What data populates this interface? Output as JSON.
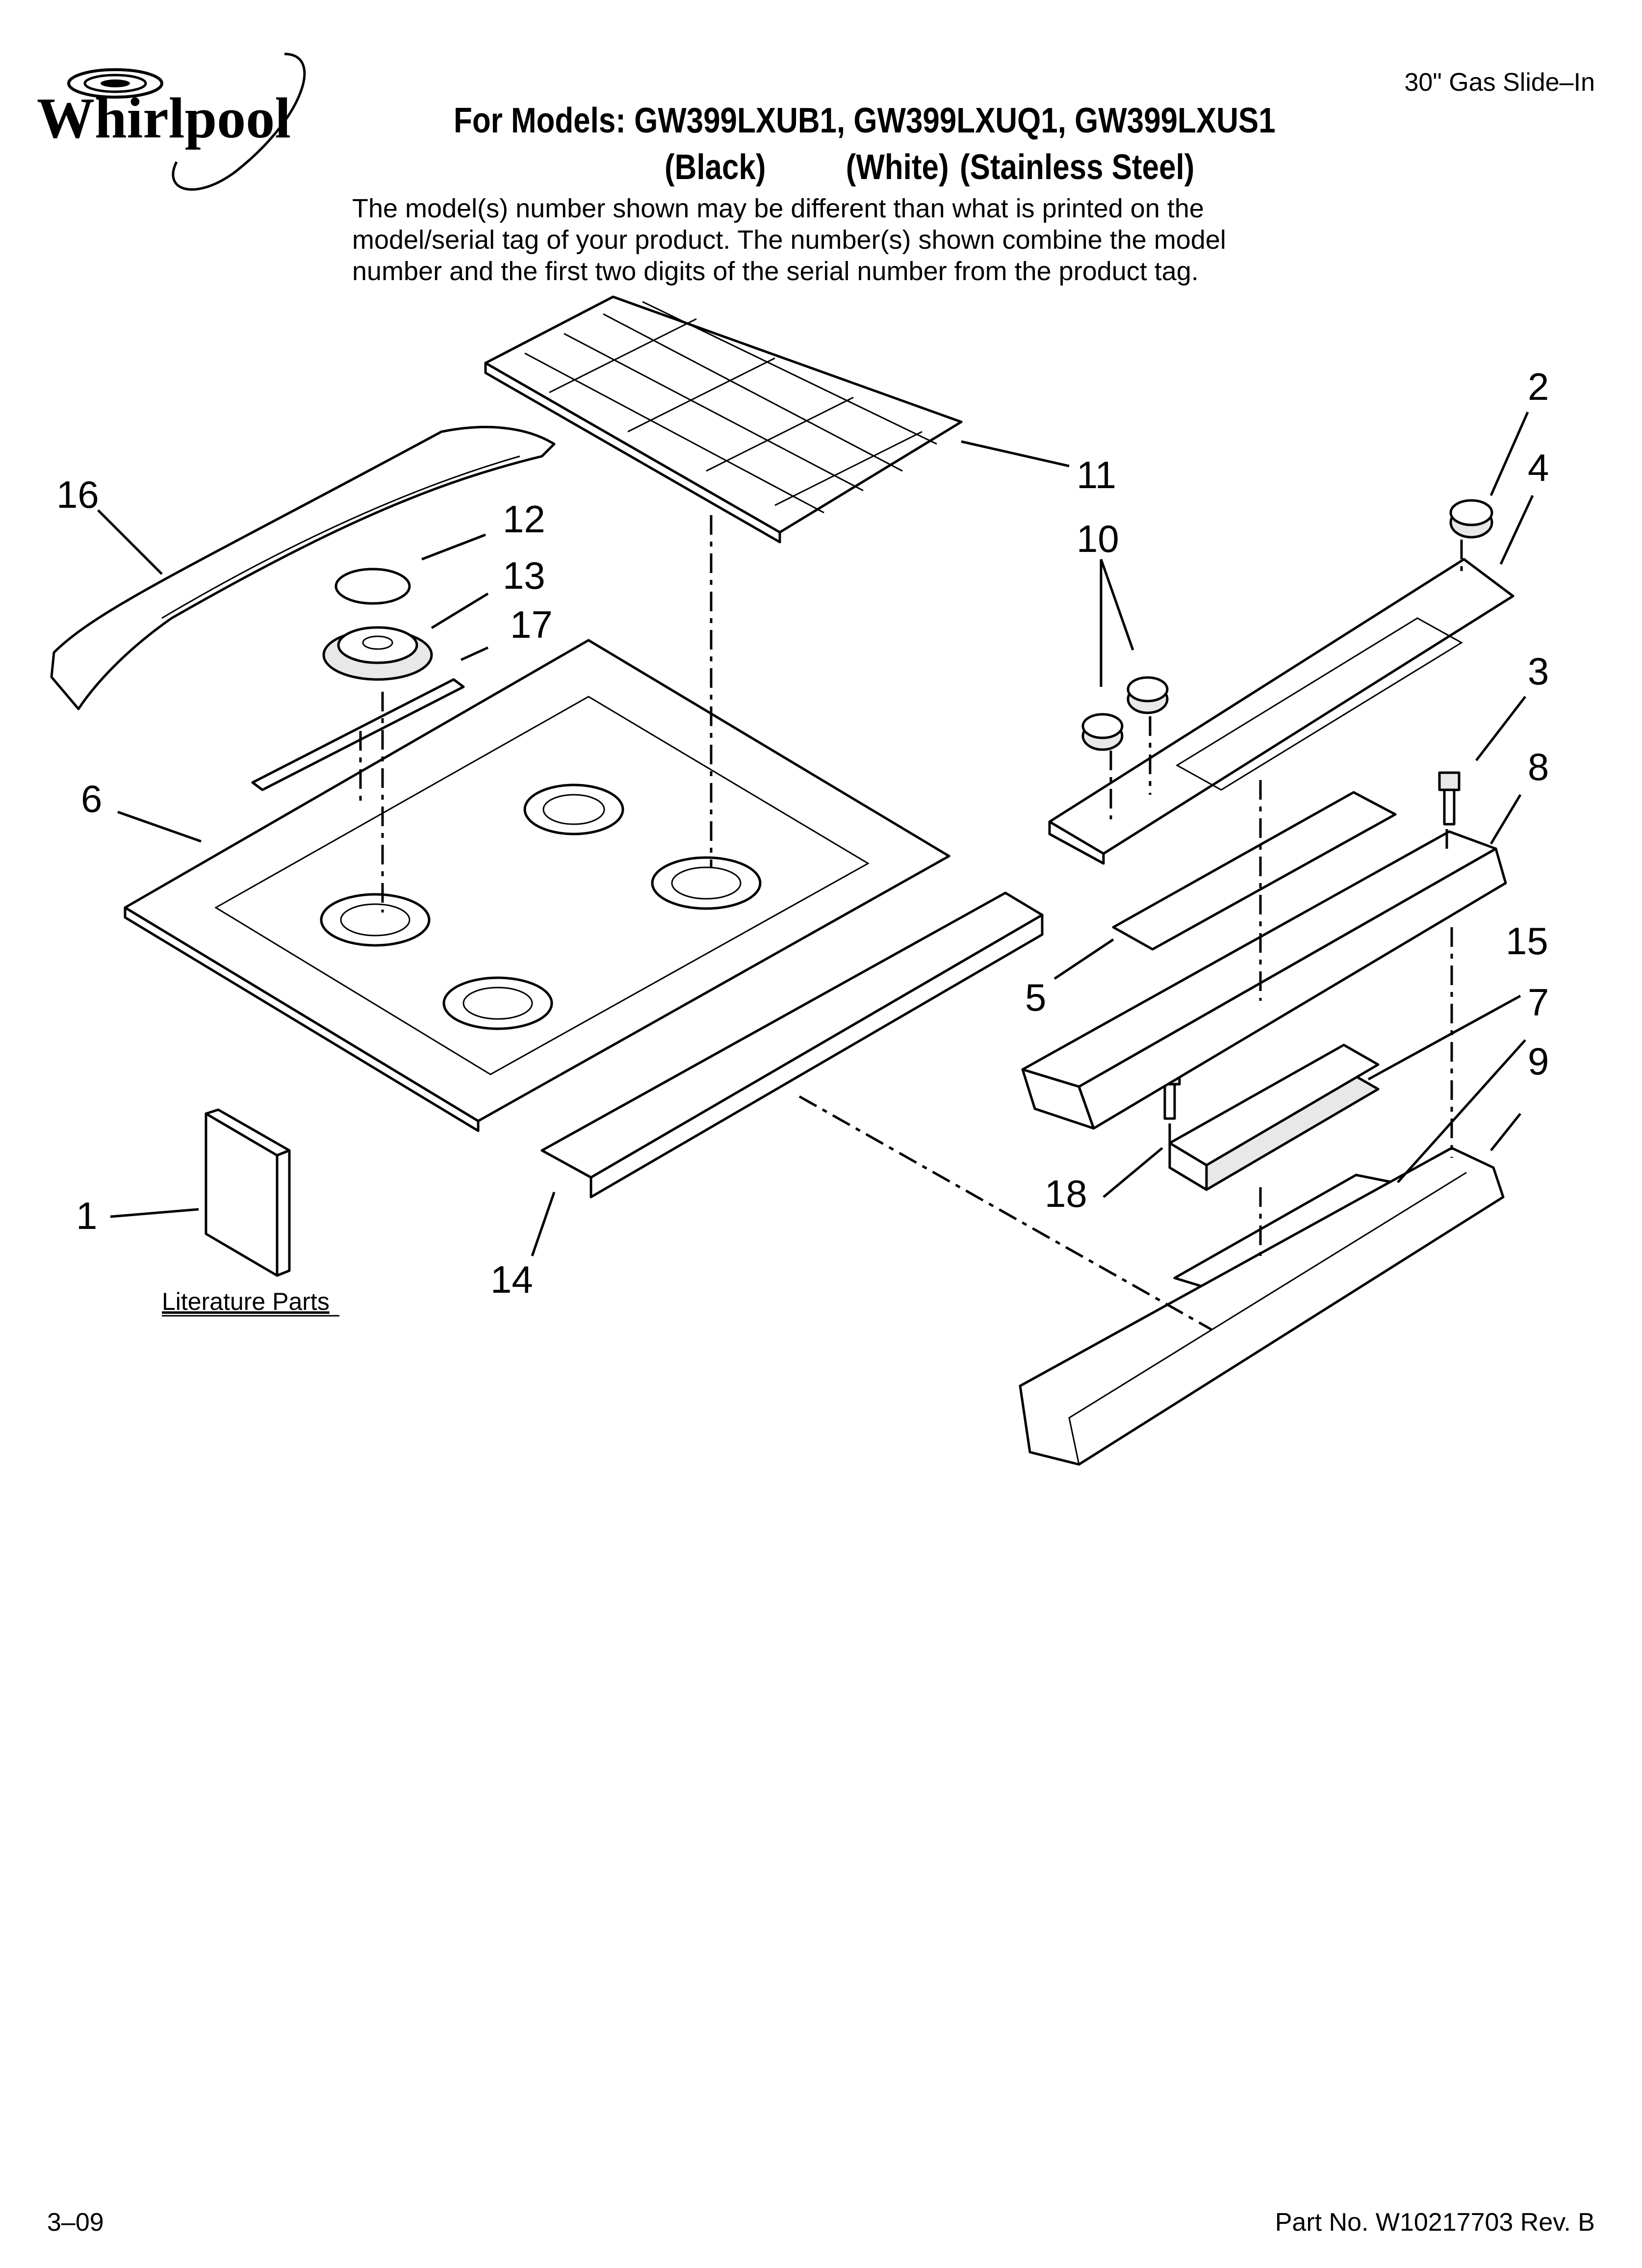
{
  "brand": {
    "logo_text": "Whirlpool"
  },
  "header": {
    "product_type": "30\" Gas Slide–In",
    "models_line": "For Models: GW399LXUB1, GW399LXUQ1, GW399LXUS1",
    "colors": [
      "(Black)",
      "(White)",
      "(Stainless Steel)"
    ],
    "disclaimer_lines": [
      "The model(s) number shown may be different than what is printed on the",
      "model/serial tag of your product. The number(s) shown combine the model",
      "number and the first two digits of the serial number from the product tag."
    ]
  },
  "diagram": {
    "callouts": [
      "1",
      "2",
      "3",
      "4",
      "5",
      "6",
      "7",
      "8",
      "9",
      "10",
      "11",
      "12",
      "13",
      "14",
      "15",
      "16",
      "17",
      "18"
    ],
    "literature_label": "Literature Parts"
  },
  "footer": {
    "date_code": "3–09",
    "part_number": "Part No. W10217703 Rev. B"
  }
}
